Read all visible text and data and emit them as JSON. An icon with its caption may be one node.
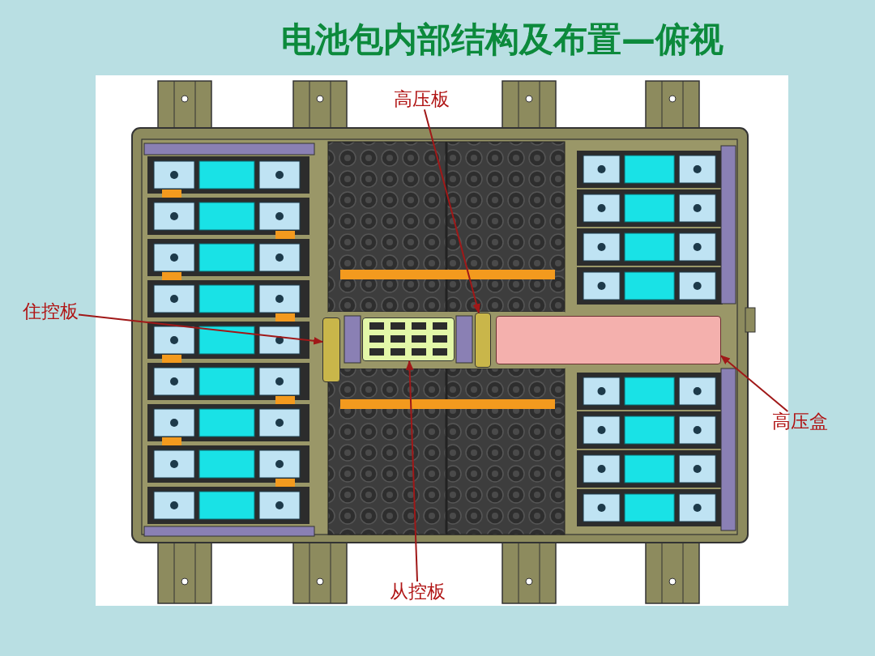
{
  "diagram": {
    "title": "电池包内部结构及布置—俯视",
    "nodes": [
      {
        "text": [
          "住控板"
        ]
      },
      {
        "text": [],
        "shape": "box"
      },
      {
        "text": [
          "从控板"
        ]
      },
      {
        "text": [],
        "shape": "box"
      },
      {
        "text": [
          "高压板"
        ]
      },
      {
        "text": [],
        "shape": "box"
      },
      {
        "text": [
          "高压盒"
        ]
      },
      {
        "text": [],
        "shape": "box"
      }
    ],
    "edges": [
      {
        "from": 0,
        "to": 1,
        "arrow": "to"
      },
      {
        "from": 4,
        "to": 5,
        "arrow": "to"
      },
      {
        "from": 2,
        "to": 3,
        "arrow": "to"
      },
      {
        "from": 6,
        "to": 7,
        "arrow": "to"
      }
    ]
  }
}
